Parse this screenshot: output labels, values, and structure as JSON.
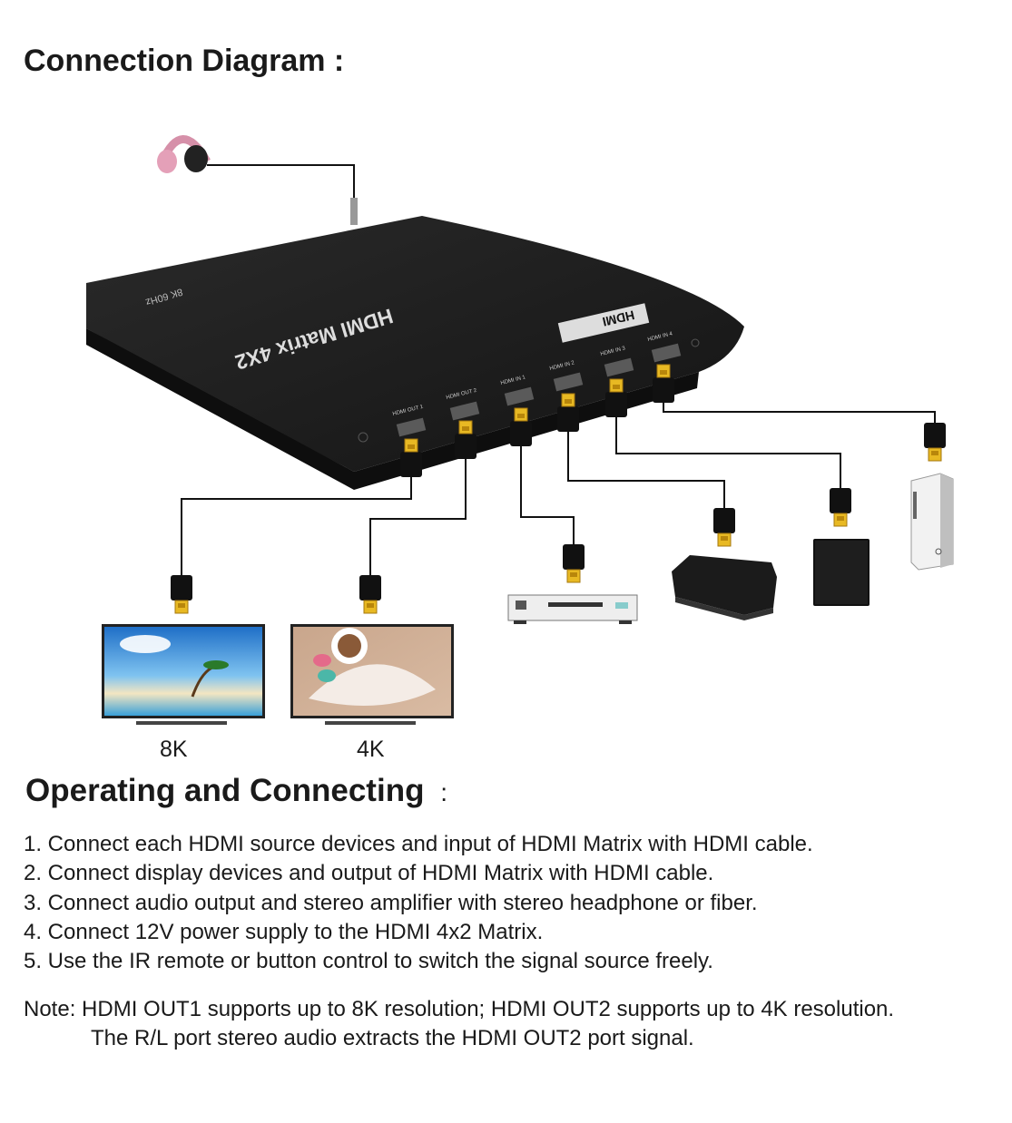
{
  "title": "Connection Diagram :",
  "device": {
    "name": "HDMI Matrix 4X2",
    "model": "8K 60Hz",
    "logo": "HDMI",
    "ports": [
      "HDMI OUT 1",
      "HDMI OUT 2",
      "HDMI IN 1",
      "HDMI IN 2",
      "HDMI IN 3",
      "HDMI IN 4"
    ]
  },
  "displays": [
    {
      "label": "8K"
    },
    {
      "label": "4K"
    }
  ],
  "source_devices": [
    "dvd-player-icon",
    "set-top-box-icon",
    "game-console-icon",
    "pc-tower-icon"
  ],
  "audio_device": "headphones-icon",
  "section_title": "Operating and Connecting",
  "section_colon": ":",
  "steps": [
    "1. Connect each HDMI source devices and input of HDMI Matrix with HDMI cable.",
    "2. Connect display devices and output of HDMI Matrix with HDMI cable.",
    "3. Connect audio output and stereo amplifier with stereo headphone or fiber.",
    "4. Connect 12V power supply to the HDMI 4x2 Matrix.",
    "5. Use the IR remote or button control to switch the signal source freely."
  ],
  "note": {
    "line1": "Note: HDMI OUT1 supports up to 8K resolution; HDMI OUT2 supports up to 4K resolution.",
    "line2": "The R/L port stereo audio extracts the HDMI OUT2 port signal."
  },
  "colors": {
    "device_body": "#1e1e1e",
    "cable": "#111111",
    "connector_gold": "#e8b923",
    "headphone_pink": "#e4a0b8",
    "sky": "#3a8fd6"
  }
}
